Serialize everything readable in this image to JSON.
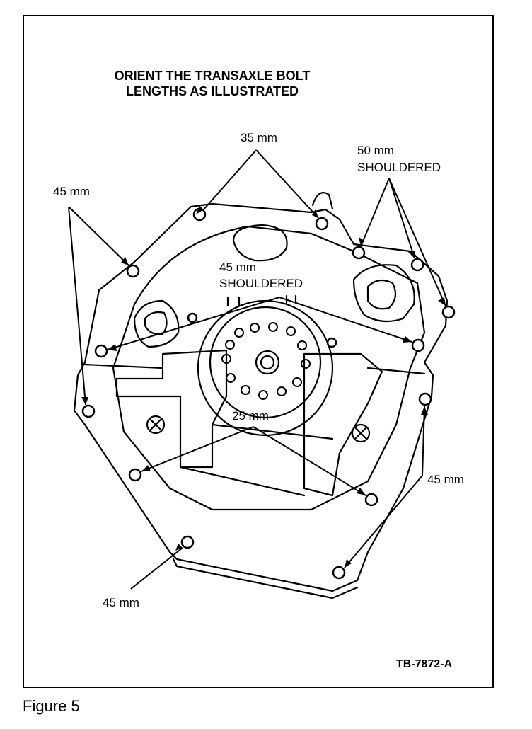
{
  "title": {
    "line1": "ORIENT THE TRANSAXLE BOLT",
    "line2": "LENGTHS AS ILLUSTRATED"
  },
  "callouts": {
    "top_35": "35 mm",
    "top_right_50_line1": "50 mm",
    "top_right_50_line2": "SHOULDERED",
    "left_45": "45 mm",
    "center_45_line1": "45 mm",
    "center_45_line2": "SHOULDERED",
    "center_25": "25 mm",
    "right_45": "45 mm",
    "bottom_45": "45 mm"
  },
  "figure_id": "TB-7872-A",
  "caption": "Figure 5"
}
